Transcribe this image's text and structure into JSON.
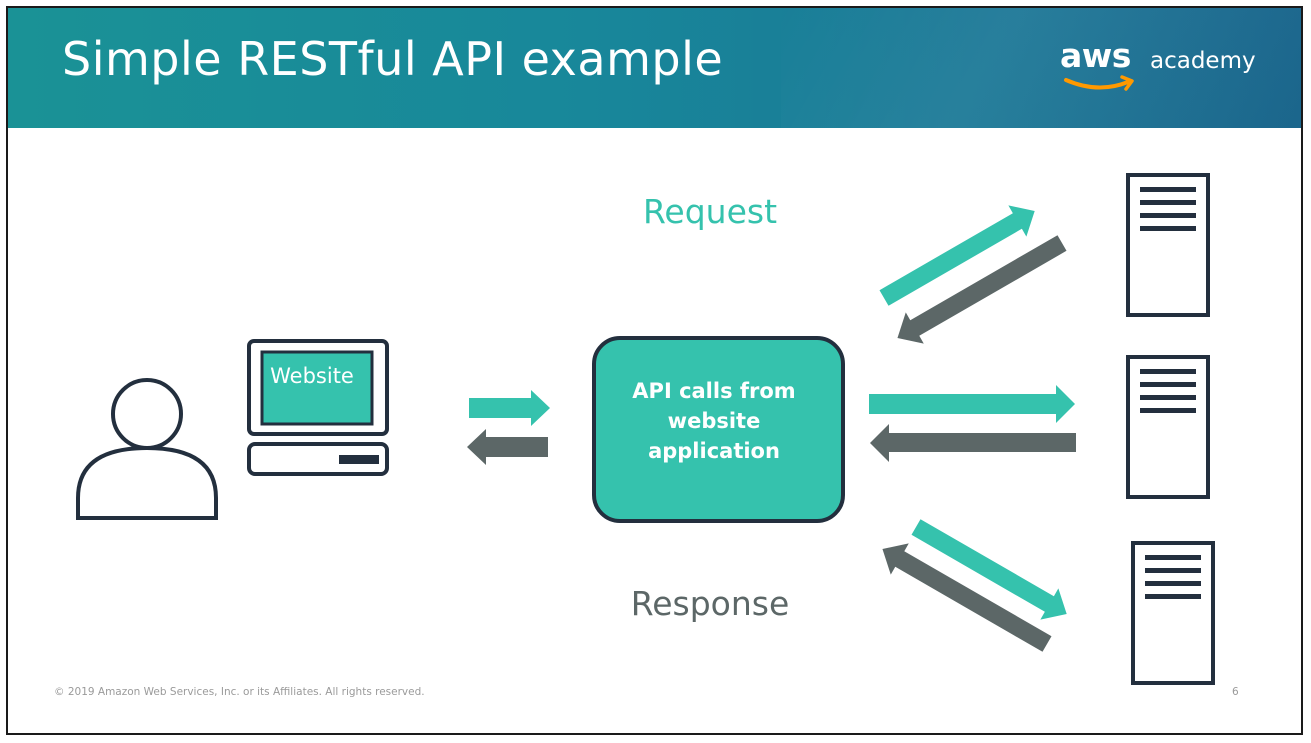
{
  "slide": {
    "title": "Simple RESTful API example",
    "footer": "© 2019 Amazon Web Services, Inc. or its Affiliates. All rights reserved.",
    "page_number": "6"
  },
  "logo": {
    "wordmark": "aws",
    "product": "academy"
  },
  "diagram": {
    "request_label": "Request",
    "response_label": "Response",
    "client_screen_label": "Website",
    "api_box_label": "API calls from website application",
    "nodes": [
      "user-icon",
      "computer-icon",
      "api-box",
      "server-icon",
      "server-icon",
      "server-icon"
    ]
  },
  "colors": {
    "banner_start": "#1a9296",
    "banner_end": "#1c6b93",
    "request_teal": "#35c2ad",
    "response_gray": "#5c6767",
    "outline_dark": "#232f3e"
  }
}
